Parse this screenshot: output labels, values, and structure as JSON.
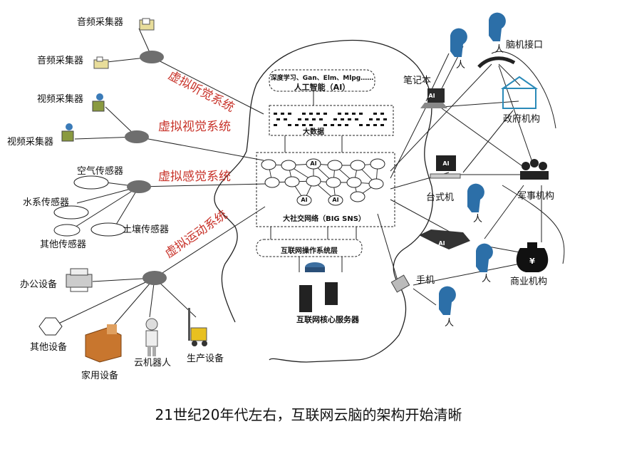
{
  "diagram": {
    "systems": {
      "auditory": "虚拟听觉系统",
      "visual": "虚拟视觉系统",
      "sensory": "虚拟感觉系统",
      "motor": "虚拟运动系统"
    },
    "left_devices": {
      "audio_collector_1": "音频采集器",
      "audio_collector_2": "音频采集器",
      "video_collector_1": "视频采集器",
      "video_collector_2": "视频采集器",
      "air_sensor": "空气传感器",
      "water_sensor": "水系传感器",
      "soil_sensor": "土壤传感器",
      "other_sensor": "其他传感器",
      "office_device": "办公设备",
      "other_device": "其他设备",
      "home_device": "家用设备",
      "cloud_robot": "云机器人",
      "production_device": "生产设备"
    },
    "core": {
      "ai_tech": "深度学习、Gan、Elm、Mlpg……",
      "ai": "人工智能（AI）",
      "big_data": "大数据",
      "sns": "大社交网络（BIG SNS）",
      "os_layer": "互联网操作系统层",
      "servers": "互联网核心服务器",
      "ai_badge": "AI"
    },
    "right_entities": {
      "bci": "脑机接口",
      "laptop": "笔记本",
      "government": "政府机构",
      "desktop": "台式机",
      "military": "军事机构",
      "phone": "手机",
      "business": "商业机构",
      "person": "人",
      "currency": "¥"
    }
  },
  "caption": "21世纪20年代左右，互联网云脑的架构开始清晰",
  "colors": {
    "accent_red": "#c8332a",
    "person_blue": "#2c6fa8",
    "hub_gray": "#6e6e6e",
    "gov_teal": "#2a8ab8"
  }
}
